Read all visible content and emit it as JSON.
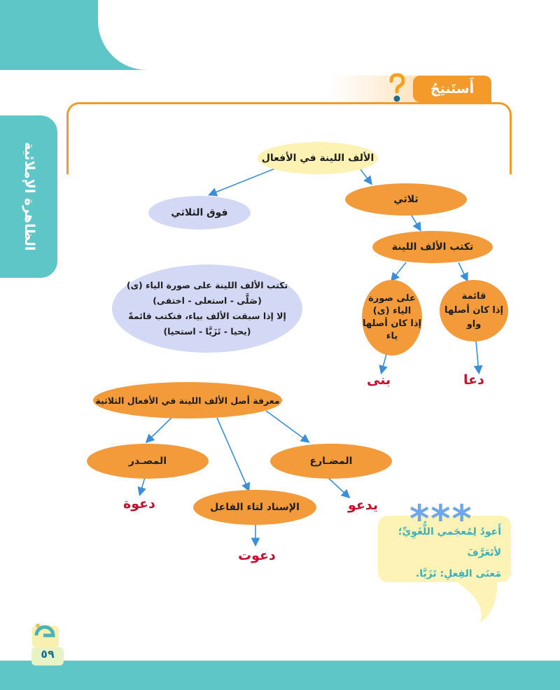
{
  "header": {
    "title": "أَستَنتِجُ",
    "question_icon": "question-mark-icon"
  },
  "side_tab": {
    "label": "الظاهرة الإملائية"
  },
  "diagram": {
    "root": "الألف اللينة في الأفعال",
    "above_three": "فوق الثلاثي",
    "three": "ثلاثي",
    "written": "تكتب الألف اللينة",
    "upright_lines": [
      "قائمة",
      "إذا كان أصلها",
      "واو"
    ],
    "ya_lines": [
      "على صورة",
      "الياء (ى)",
      "إذا كان أصلها",
      "ياء"
    ],
    "rule_lines": [
      "تكتب الألف اللينة على صورة الياء (ى)",
      "(صَلَّى - استعلى - اختفى)",
      "إلا إذا سبقت الألف بياء، فتكتب قائمةً",
      "(يحيا - تَزَيَّا - استحيا)"
    ],
    "example_upright": "دعا",
    "example_ya": "بنى",
    "knowing": "معرفة أصل الألف اللينة في الأفعال الثلاثية",
    "mudari": "المضـارع",
    "masdar": "المصـدر",
    "isnad": "الإسناد لتاء الفاعل",
    "example_mudari": "يدعو",
    "example_masdar": "دعوة",
    "example_isnad": "دعوت"
  },
  "note": {
    "stars": "***",
    "line1": "أَعودُ لِمُعجَمي اللُّغَوِيِّ؛ لأتَعَرَّفَ",
    "line2": "مَعنَى الفِعلِ: تَزَيَّا."
  },
  "footer": {
    "page_number": "٥٩"
  },
  "colors": {
    "teal": "#5ec6c6",
    "orange": "#f39a3a",
    "yellow": "#fbf2b4",
    "lavender": "#d3d8f5",
    "red": "#c8102e",
    "arrow": "#3a8fd8"
  }
}
